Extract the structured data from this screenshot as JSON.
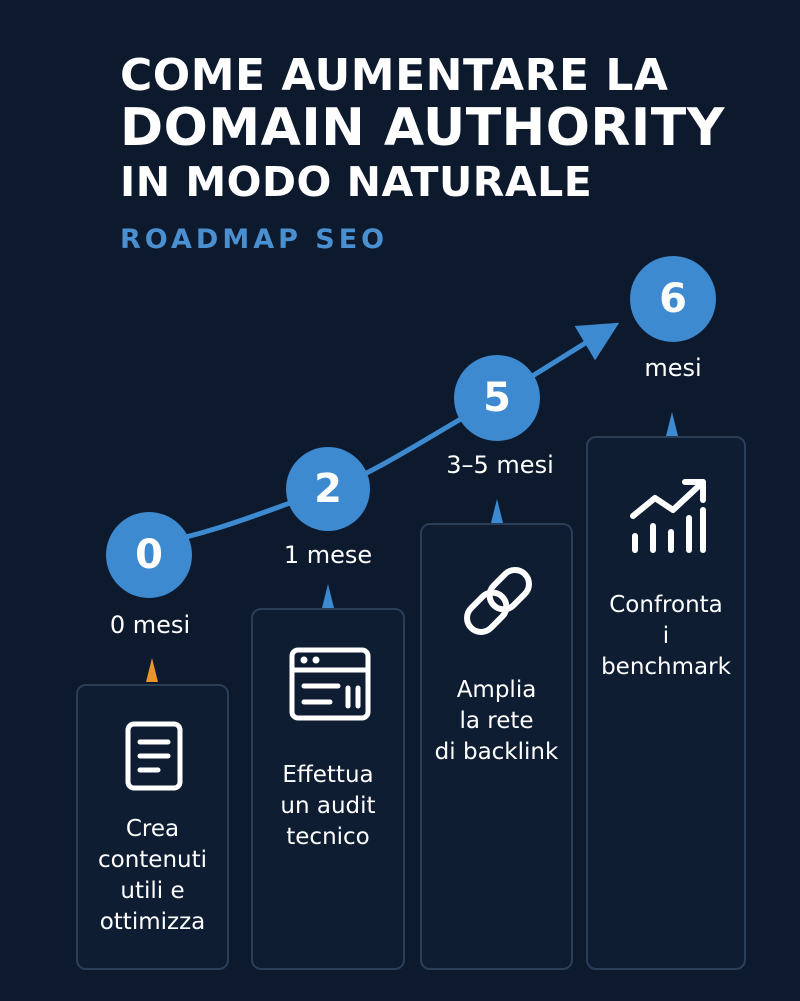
{
  "header": {
    "title_line1": "COME AUMENTARE LA",
    "title_line2": "DOMAIN AUTHORITY",
    "title_line3": "IN MODO NATURALE",
    "subtitle": "ROADMAP SEO"
  },
  "colors": {
    "background": "#0d1a2e",
    "accent_blue": "#3d8ad0",
    "subtitle_blue": "#4a90d0",
    "card_border": "#2b3e58",
    "pointer_orange": "#e8952c"
  },
  "steps": [
    {
      "number": "0",
      "label": "0 mesi",
      "text": "Crea\ncontenuti\nutili e\nottimizza",
      "icon": "document-icon"
    },
    {
      "number": "2",
      "label": "1 mese",
      "text": "Effettua\nun audit\ntecnico",
      "icon": "browser-window-icon"
    },
    {
      "number": "5",
      "label": "3–5 mesi",
      "text": "Amplia\nla rete\ndi backlink",
      "icon": "link-icon"
    },
    {
      "number": "6",
      "label": "mesi",
      "text": "Confronta\ni\nbenchmark",
      "icon": "growth-chart-icon"
    }
  ]
}
